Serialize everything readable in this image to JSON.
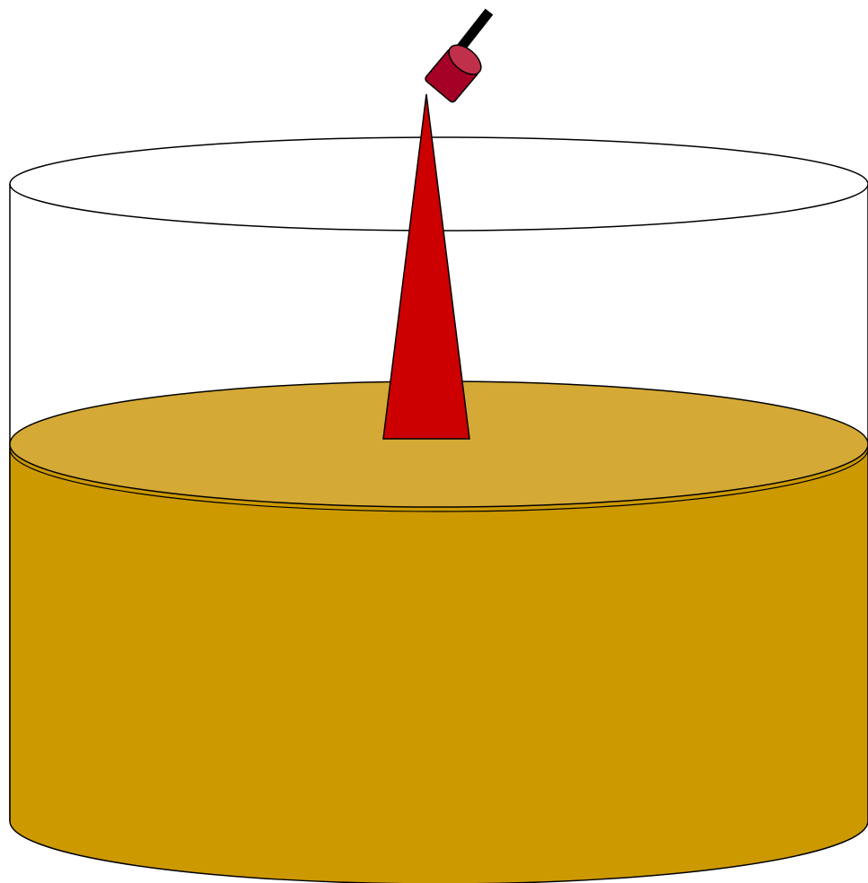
{
  "diagram": {
    "colors": {
      "background": "#ffffff",
      "outline": "#000000",
      "liquid_side": "#cc9900",
      "liquid_surface": "#d4a935",
      "beam": "#cc0000",
      "sensor_body": "#a50026",
      "sensor_face": "#c0304a",
      "mount_rod": "#000000"
    },
    "components": [
      {
        "name": "tank",
        "icon": "open-cylinder"
      },
      {
        "name": "liquid",
        "icon": "filled-cylinder"
      },
      {
        "name": "beam",
        "icon": "cone"
      },
      {
        "name": "sensor",
        "icon": "cylinder-head"
      },
      {
        "name": "mount-rod",
        "icon": "rod"
      }
    ]
  }
}
